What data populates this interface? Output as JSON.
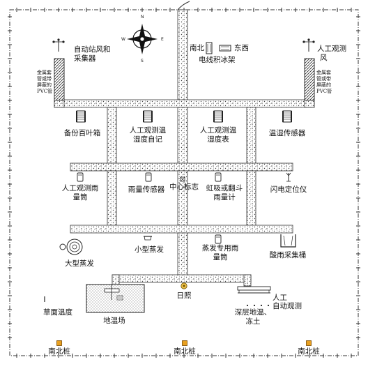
{
  "compass": {
    "n": "N",
    "s": "S",
    "e": "E",
    "w": "W"
  },
  "labels": {
    "auto_station_wind": [
      "自动站风和",
      "采集器"
    ],
    "manual_wind": [
      "人工观测",
      "风"
    ],
    "metal_sleeve_left": [
      "金属套",
      "管或带",
      "屏蔽的",
      "PVC管"
    ],
    "metal_sleeve_right": [
      "金属套",
      "管或带",
      "屏蔽的",
      "PVC管"
    ],
    "ice_rack_ns": "南北",
    "ice_rack_ew": "东西",
    "ice_rack": "电线积冰架",
    "spare_louver": "备份百叶箱",
    "manual_temp_recorder": [
      "人工观测温",
      "湿度自记"
    ],
    "manual_temp_meter": [
      "人工观测温",
      "湿度表"
    ],
    "temp_humidity_sensor": "温湿传感器",
    "manual_rain_gauge": [
      "人工观测雨",
      "量筒"
    ],
    "rain_sensor": "雨量传感器",
    "center_mark": "中心标志",
    "siphon_tipping_rain": [
      "虹吸或翻斗",
      "雨量计"
    ],
    "lightning_locator": "闪电定位仪",
    "small_evaporation": "小型蒸发",
    "evaporation_rain_gauge": [
      "蒸发专用雨",
      "量筒"
    ],
    "acid_rain_bucket": "酸雨采集桶",
    "large_evaporation": "大型蒸发",
    "sunshine": "日照",
    "manual": "人工",
    "auto_observation": "自动观测",
    "grass_temperature": "草面温度",
    "ground_temp_field": "地温场",
    "deep_ground_temp": [
      "深层地温、",
      "冻土"
    ],
    "ns_pile_1": "南北桩",
    "ns_pile_2": "南北桩",
    "ns_pile_3": "南北桩"
  }
}
